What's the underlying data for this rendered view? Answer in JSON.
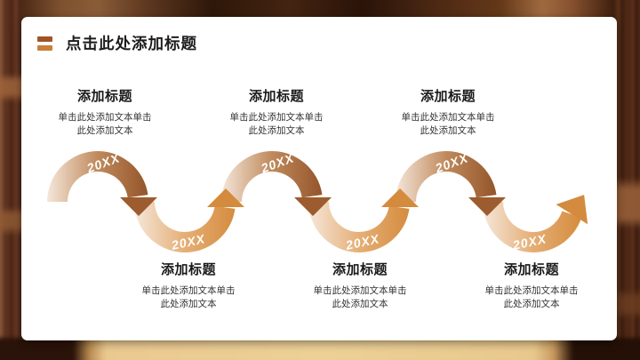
{
  "slide": {
    "title": "点击此处添加标题"
  },
  "timeline": {
    "year_label": "20XX",
    "top_items": [
      {
        "heading": "添加标题",
        "body_line1": "单击此处添加文本单击",
        "body_line2": "此处添加文本"
      },
      {
        "heading": "添加标题",
        "body_line1": "单击此处添加文本单击",
        "body_line2": "此处添加文本"
      },
      {
        "heading": "添加标题",
        "body_line1": "单击此处添加文本单击",
        "body_line2": "此处添加文本"
      }
    ],
    "bottom_items": [
      {
        "heading": "添加标题",
        "body_line1": "单击此处添加文本单击",
        "body_line2": "此处添加文本"
      },
      {
        "heading": "添加标题",
        "body_line1": "单击此处添加文本单击",
        "body_line2": "此处添加文本"
      },
      {
        "heading": "添加标题",
        "body_line1": "单击此处添加文本单击",
        "body_line2": "此处添加文本"
      }
    ]
  },
  "colors": {
    "band_light": "#F5E7DA",
    "band_brown_mid": "#C2placeholder",
    "band_brown_mid_fix": "#C08A5C",
    "band_brown_dark": "#93552A",
    "band_orange_mid": "#E5AF76",
    "band_orange": "#D58C3E",
    "arrow_brown": "#9C5C2F",
    "arrow_orange": "#D48B3D",
    "year_text": "#FFFFFF",
    "title_bar_top": "#9E5526",
    "title_bar_bottom": "#C8803A"
  }
}
